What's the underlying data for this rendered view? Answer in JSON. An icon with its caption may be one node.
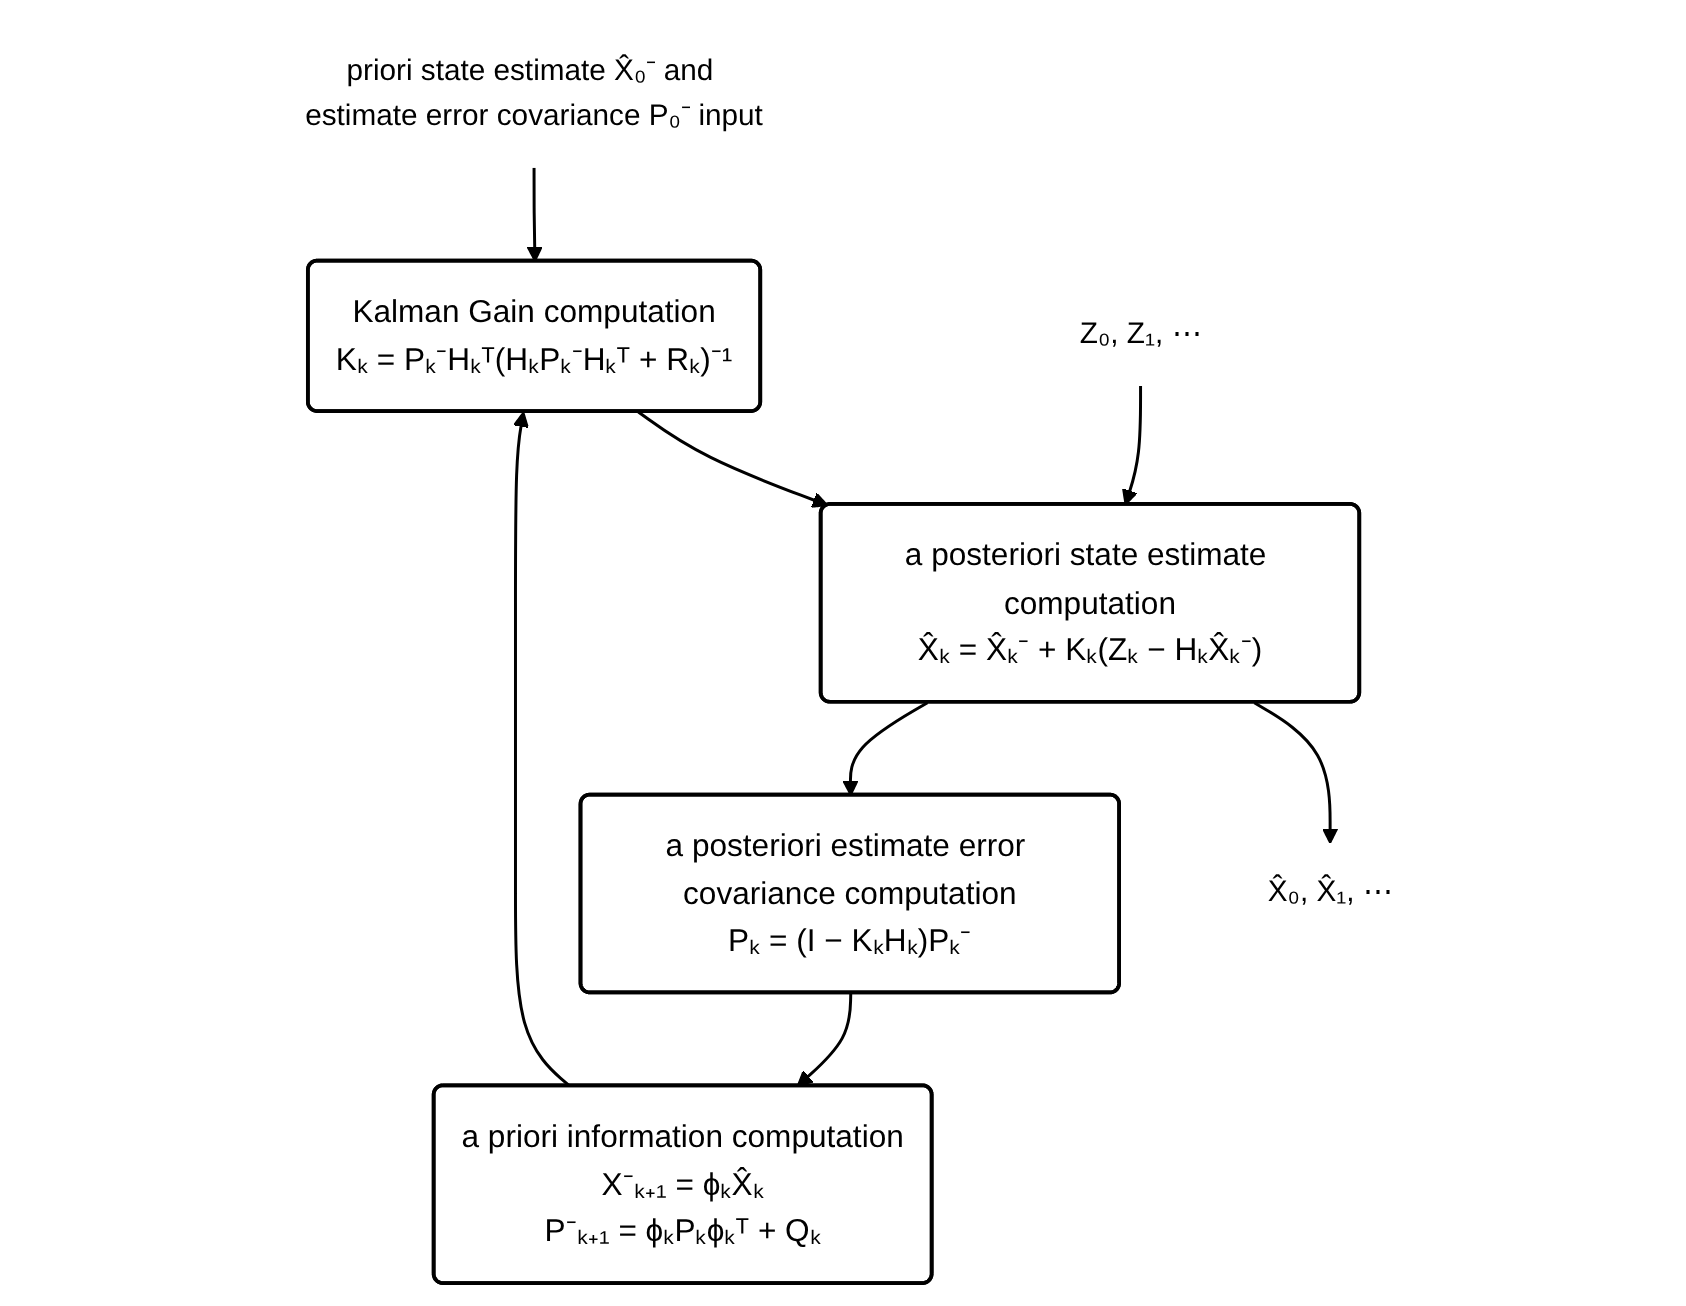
{
  "diagram": {
    "nodes": [
      {
        "text": [
          "priori state estimate X̂₀⁻ and estimate error covariance P₀⁻ input"
        ]
      },
      {
        "text": [
          "Kalman Gain computation",
          "Kₖ = Pₖ⁻Hₖᵀ(HₖPₖ⁻Hₖᵀ + Rₖ)⁻¹"
        ]
      },
      {
        "text": [
          "Z₀, Z₁, ⋯"
        ]
      },
      {
        "text": [
          "a posteriori state estimate computation",
          "X̂ₖ = X̂ₖ⁻ + Kₖ(Zₖ − HₖX̂ₖ⁻)"
        ]
      },
      {
        "text": [
          "X̂₀, X̂₁, ⋯"
        ]
      },
      {
        "text": [
          "a posteriori estimate error covariance computation",
          "Pₖ = (I − KₖHₖ)Pₖ⁻"
        ]
      },
      {
        "text": [
          "a priori information computation",
          "X⁻ₖ₊₁ = ϕₖX̂ₖ",
          "P⁻ₖ₊₁ = ϕₖPₖϕₖᵀ + Qₖ"
        ]
      }
    ],
    "edges": [
      {
        "from": 0,
        "to": 1,
        "arrow": "to"
      },
      {
        "from": 1,
        "to": 3,
        "arrow": "to"
      },
      {
        "from": 2,
        "to": 3,
        "arrow": "to"
      },
      {
        "from": 3,
        "to": 4,
        "arrow": "to"
      },
      {
        "from": 3,
        "to": 5,
        "arrow": "to"
      },
      {
        "from": 5,
        "to": 6,
        "arrow": "to"
      },
      {
        "from": 6,
        "to": 1,
        "arrow": "to"
      }
    ]
  }
}
